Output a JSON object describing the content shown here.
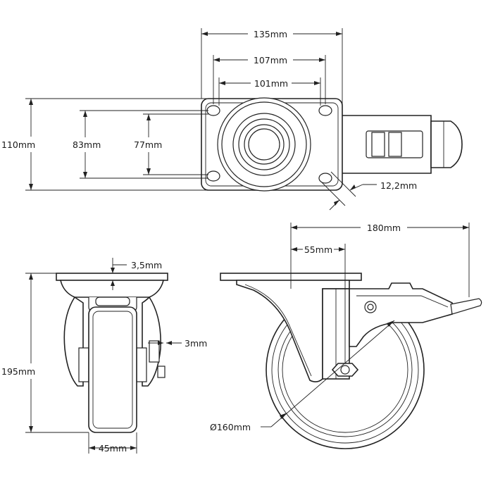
{
  "dimensions": {
    "top_width_outer": "135mm",
    "top_hole_outer": "107mm",
    "top_hole_inner": "101mm",
    "height_plate_outer": "110mm",
    "height_hole_outer": "83mm",
    "height_hole_inner": "77mm",
    "hole_diameter": "12,2mm",
    "overall_length": "180mm",
    "offset": "55mm",
    "plate_thickness": "3,5mm",
    "bracket_thickness": "3mm",
    "total_height": "195mm",
    "wheel_width": "45mm",
    "wheel_diameter": "Ø160mm"
  },
  "colors": {
    "line": "#222222",
    "background": "#ffffff"
  }
}
